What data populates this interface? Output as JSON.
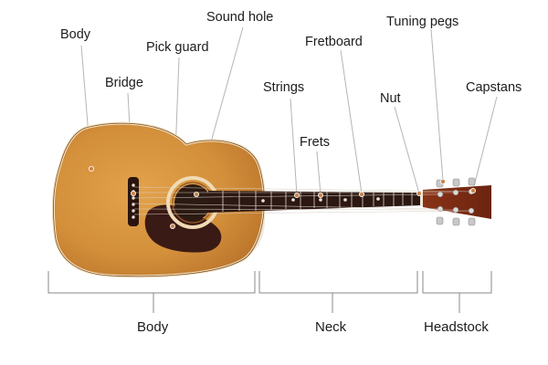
{
  "part_labels": {
    "body": "Body",
    "bridge": "Bridge",
    "pick_guard": "Pick guard",
    "sound_hole": "Sound hole",
    "strings": "Strings",
    "frets": "Frets",
    "fretboard": "Fretboard",
    "nut": "Nut",
    "tuning_pegs": "Tuning pegs",
    "capstans": "Capstans"
  },
  "section_labels": {
    "body": "Body",
    "neck": "Neck",
    "headstock": "Headstock"
  },
  "colors": {
    "top_wood": "#d9953f",
    "binding": "#f3e3c4",
    "pickguard": "#3a1a14",
    "fretboard": "#2c1712",
    "headstock": "#7a2a14",
    "tuner": "#c8c8c8",
    "pointer": "#c9854a",
    "leader_line": "#b5b5b5",
    "bracket_line": "#8a8a8a",
    "text": "#1c1c1c"
  }
}
